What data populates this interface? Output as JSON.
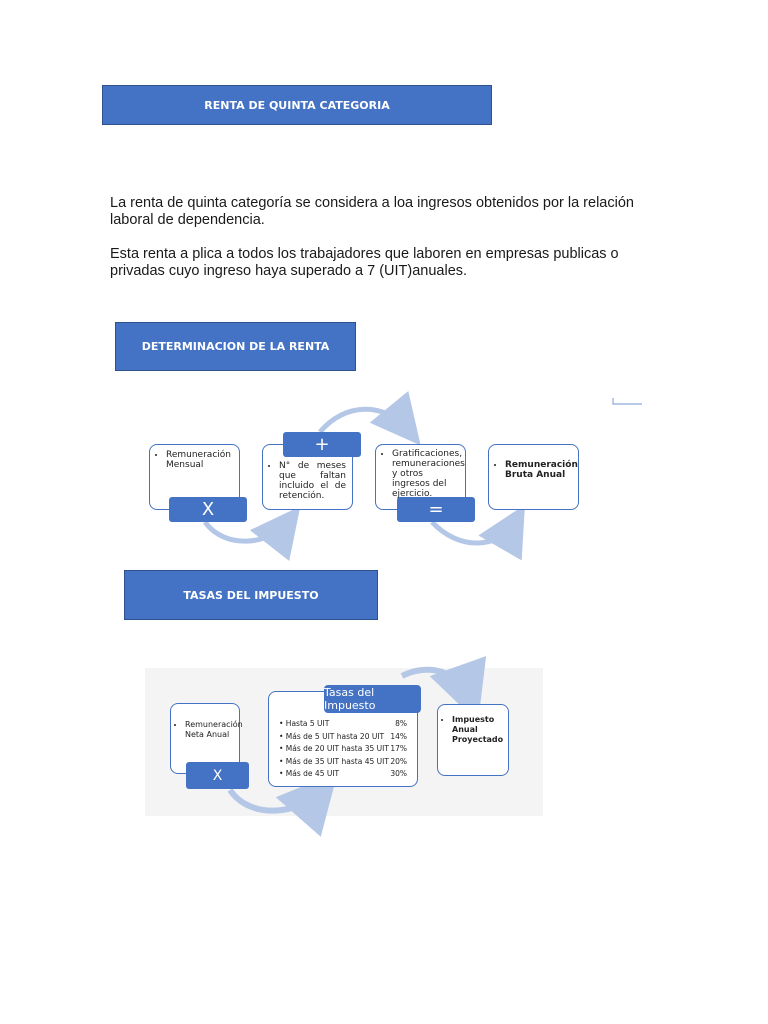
{
  "header_main": "RENTA DE QUINTA CATEGORIA",
  "paragraph_1": "La renta de quinta categoría se considera a loa ingresos obtenidos por la relación laboral de dependencia.",
  "paragraph_2": "Esta renta a plica a todos los trabajadores que laboren en empresas publicas o privadas cuyo ingreso haya superado a 7 (UIT)anuales.",
  "section_determinacion": {
    "title": "DETERMINACION DE LA RENTA",
    "box1": "Remuneración Mensual",
    "op1": "X",
    "op_plus": "+",
    "box2": "N° de meses que faltan incluido el de retención.",
    "box3": "Gratificaciones, remuneraciones y otros ingresos del ejercicio.",
    "op_eq": "=",
    "box4": "Remuneración Bruta Anual"
  },
  "section_tasas": {
    "title": "TASAS DEL IMPUESTO",
    "box1": "Remuneración Neta Anual",
    "op1": "X",
    "table_title": "Tasas del Impuesto",
    "rates": [
      {
        "range": "Hasta 5 UIT",
        "rate": "8%"
      },
      {
        "range": "Más de 5 UIT hasta 20 UIT",
        "rate": "14%"
      },
      {
        "range": "Más de 20 UIT hasta 35 UIT",
        "rate": "17%"
      },
      {
        "range": "Más de 35 UIT hasta 45 UIT",
        "rate": "20%"
      },
      {
        "range": "Más de 45 UIT",
        "rate": "30%"
      }
    ],
    "box3": "Impuesto Anual Proyectado"
  },
  "colors": {
    "accent": "#4472c4",
    "arrow": "#b4c7e7"
  }
}
